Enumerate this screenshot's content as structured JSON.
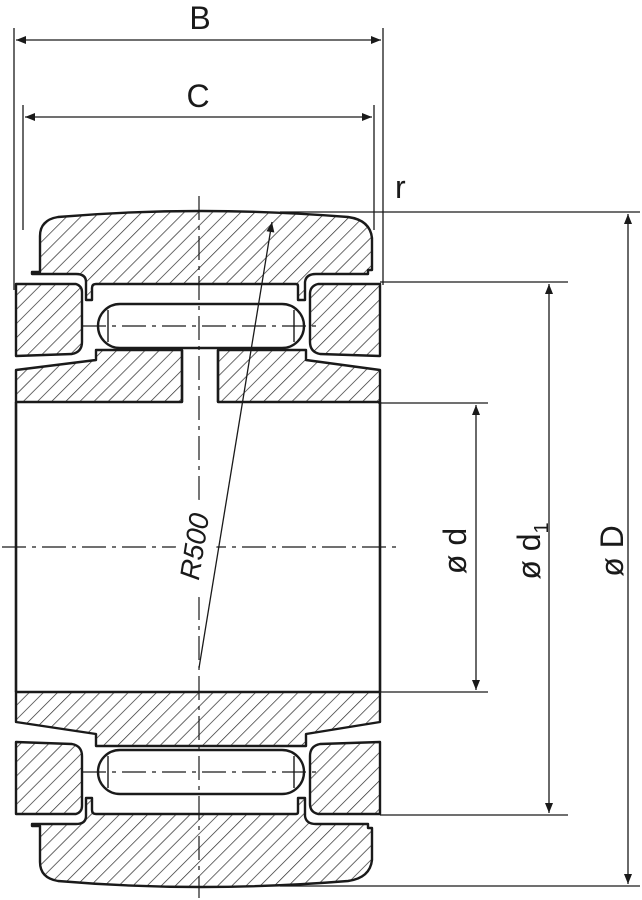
{
  "colors": {
    "line": "#1a1a1a",
    "hatch": "#2a2a2a",
    "background": "#ffffff"
  },
  "labels": {
    "B": "B",
    "C": "C",
    "r": "r",
    "R": "R500",
    "d": "ø d",
    "d1_main": "ø d",
    "d1_sub": "1",
    "D": "ø D"
  }
}
